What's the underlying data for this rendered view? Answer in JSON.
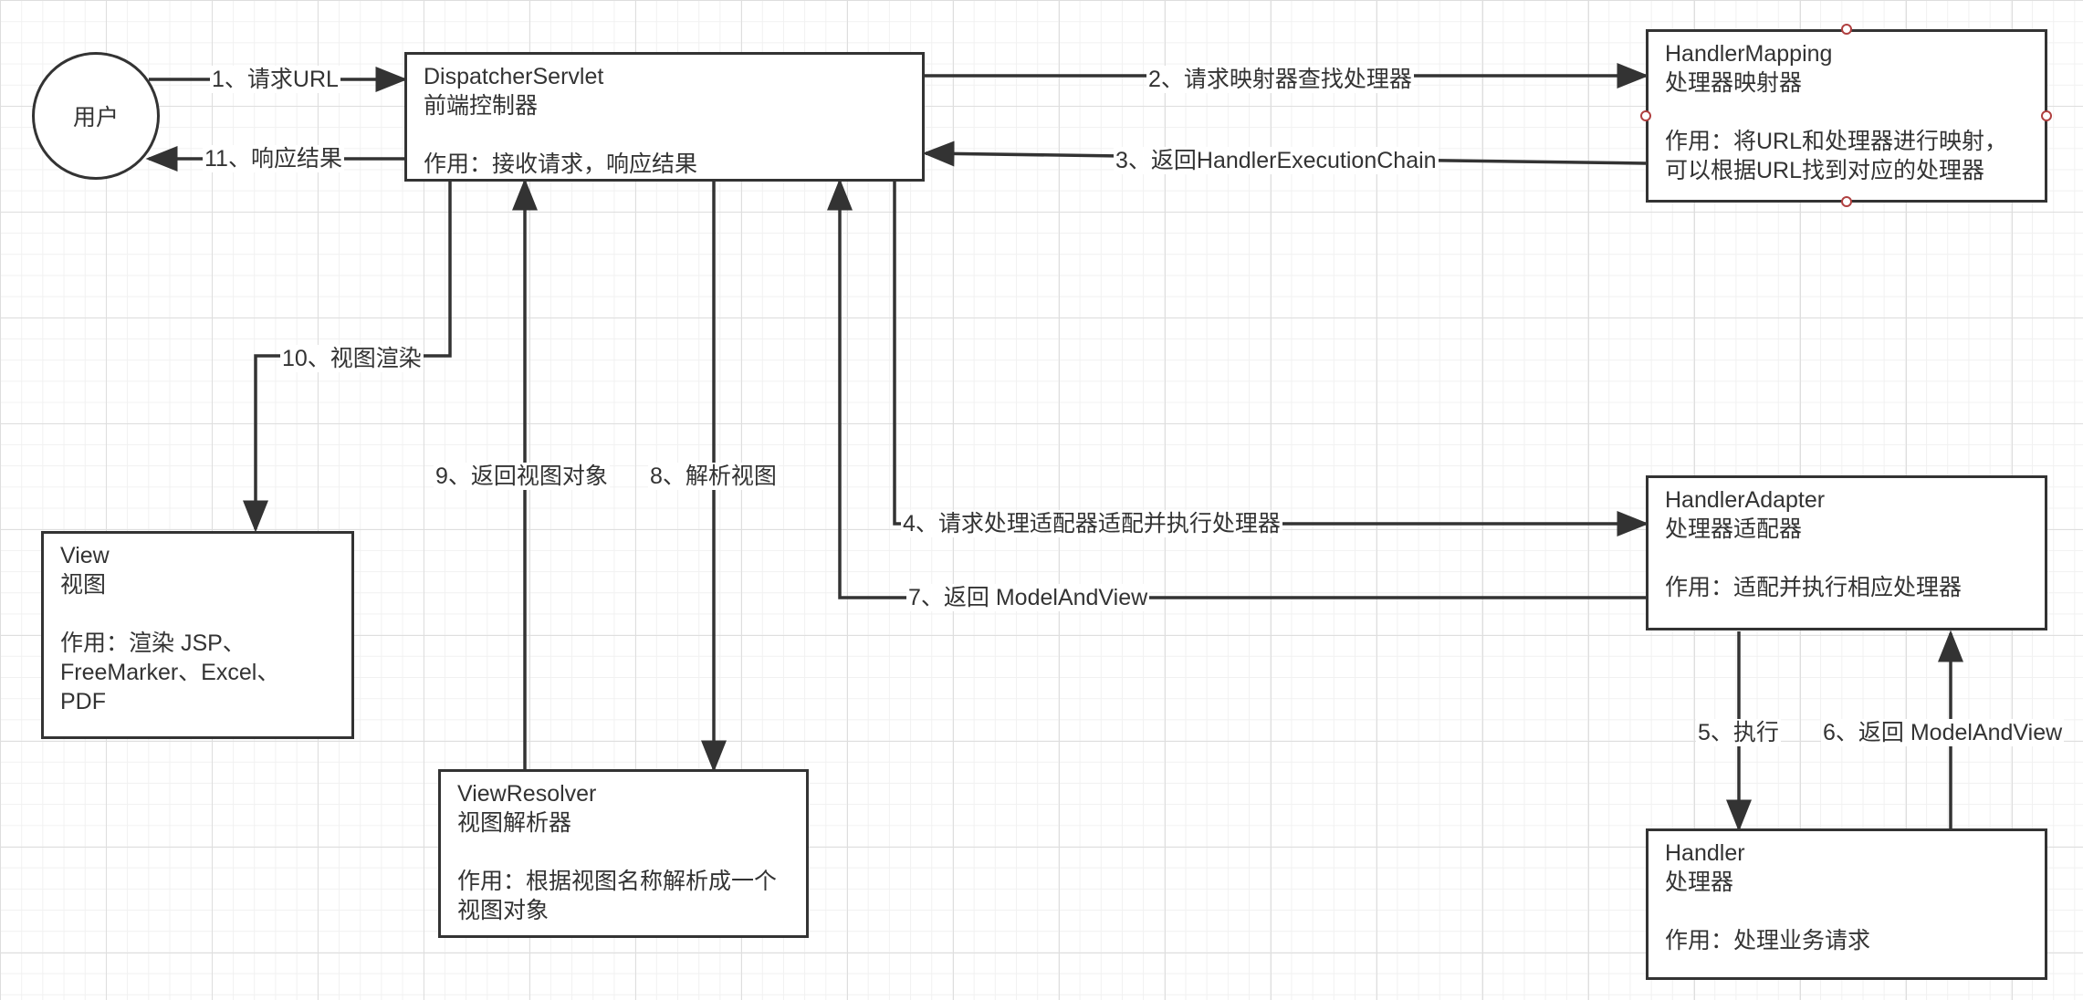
{
  "colors": {
    "line": "#333333",
    "grid": "#dedede",
    "handle": "#b04040",
    "background": "#ffffff"
  },
  "nodes": {
    "user": {
      "label": "用户"
    },
    "dispatcher": {
      "title": "DispatcherServlet",
      "subtitle": "前端控制器",
      "desc": "作用：接收请求，响应结果"
    },
    "mapping": {
      "title": "HandlerMapping",
      "subtitle": "处理器映射器",
      "desc1": "作用：将URL和处理器进行映射，",
      "desc2": "可以根据URL找到对应的处理器"
    },
    "adapter": {
      "title": "HandlerAdapter",
      "subtitle": "处理器适配器",
      "desc": "作用：适配并执行相应处理器"
    },
    "handler": {
      "title": "Handler",
      "subtitle": "处理器",
      "desc": "作用：处理业务请求"
    },
    "view": {
      "title": "View",
      "subtitle": "视图",
      "desc1": "作用：渲染 JSP、",
      "desc2": "FreeMarker、Excel、",
      "desc3": "PDF"
    },
    "resolver": {
      "title": "ViewResolver",
      "subtitle": "视图解析器",
      "desc1": "作用：根据视图名称解析成一个",
      "desc2": "视图对象"
    }
  },
  "edges": {
    "e1": "1、请求URL",
    "e2": "2、请求映射器查找处理器",
    "e3": "3、返回HandlerExecutionChain",
    "e4": "4、请求处理适配器适配并执行处理器",
    "e5": "5、执行",
    "e6": "6、返回 ModelAndView",
    "e7": "7、返回 ModelAndView",
    "e8": "8、解析视图",
    "e9": "9、返回视图对象",
    "e10": "10、视图渲染",
    "e11": "11、响应结果"
  }
}
